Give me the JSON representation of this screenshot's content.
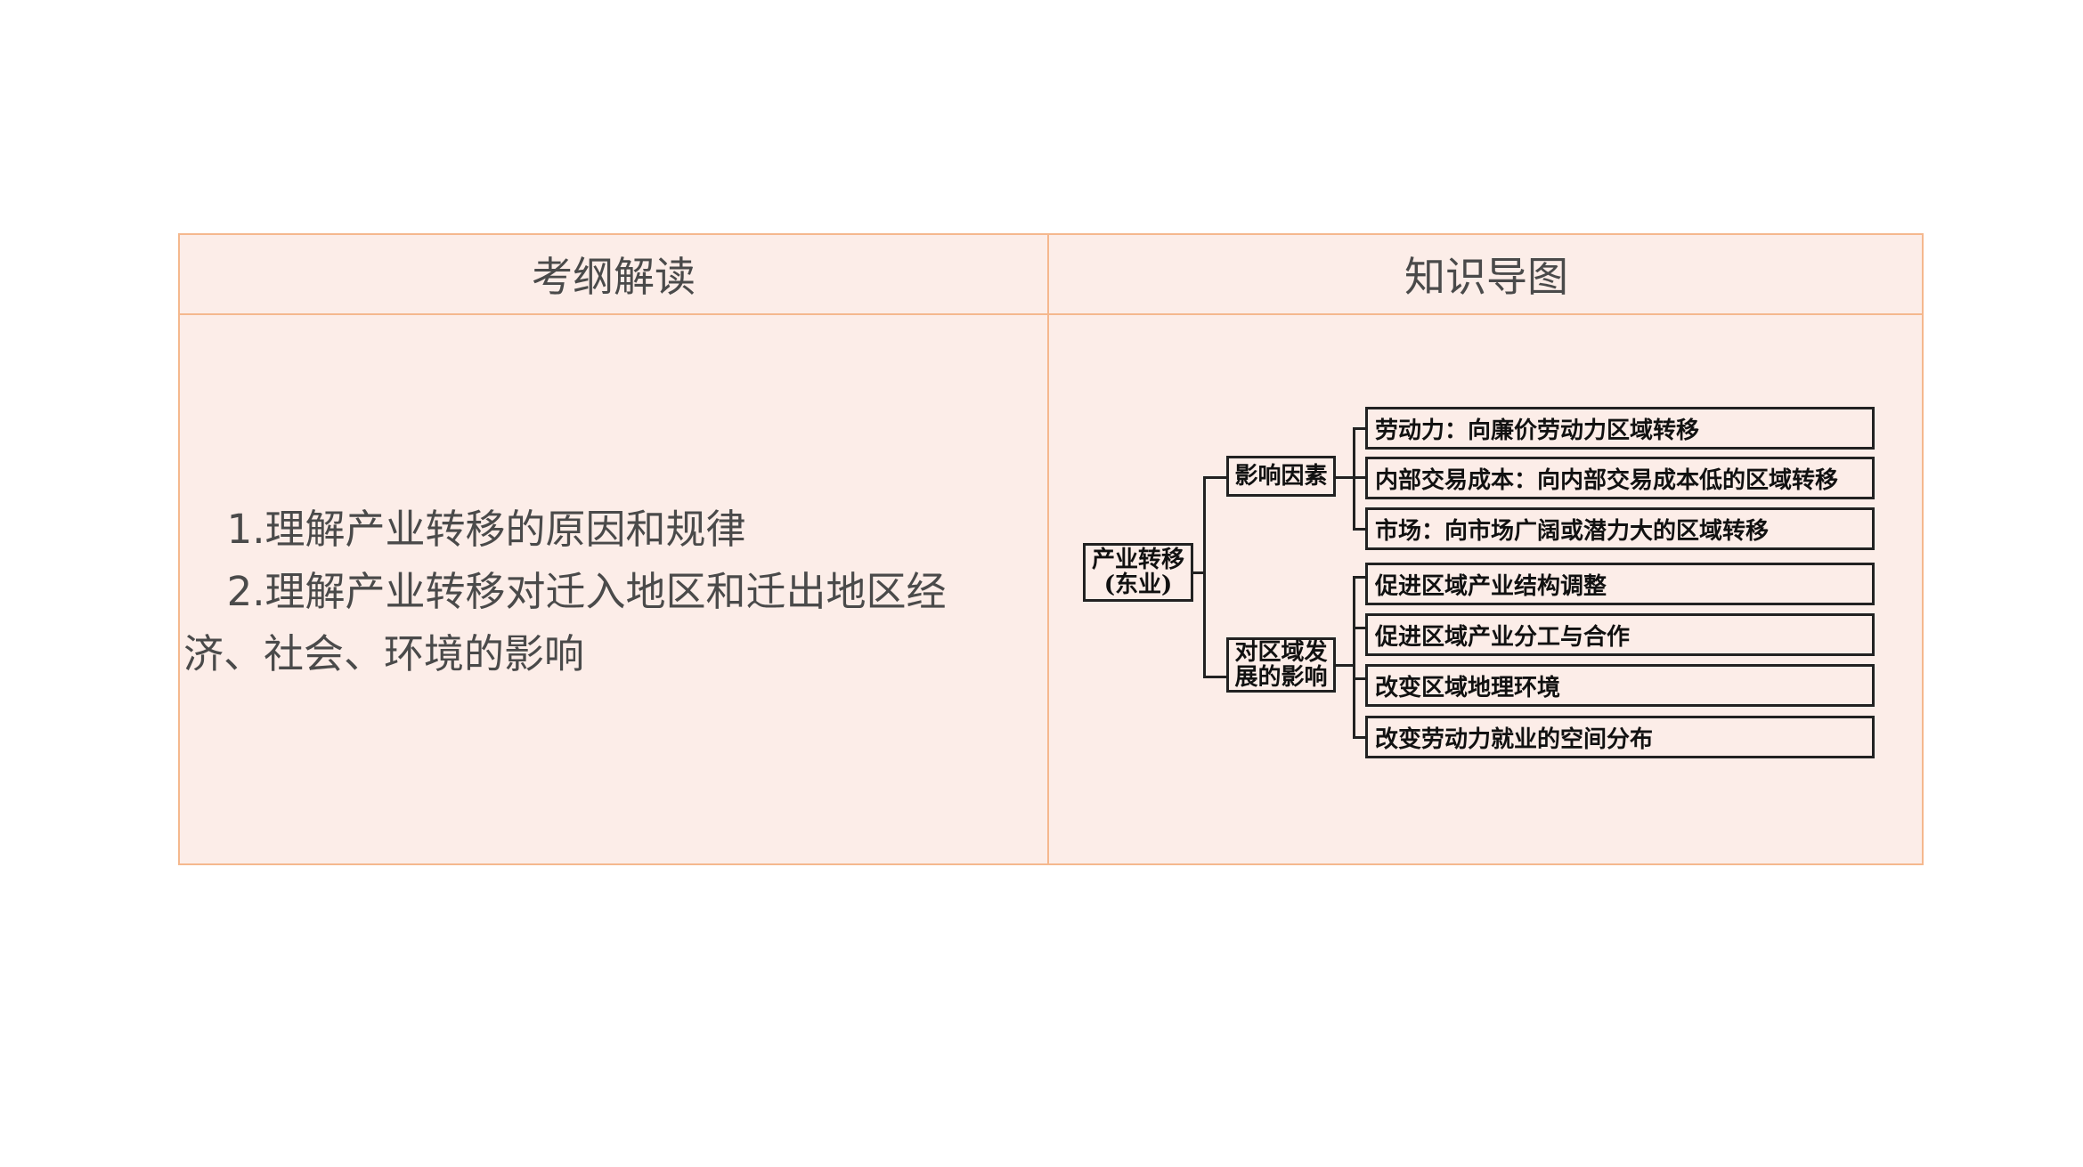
{
  "table": {
    "header_left": "考纲解读",
    "header_right": "知识导图"
  },
  "syllabus": {
    "item1": "1.理解产业转移的原因和规律",
    "item2": "2.理解产业转移对迁入地区和迁出地区经济、社会、环境的影响"
  },
  "mindmap": {
    "root_line1": "产业转移",
    "root_line2": "(东业)",
    "factors_label": "影响因素",
    "impact_label_line1": "对区域发",
    "impact_label_line2": "展的影响",
    "factors": [
      "劳动力：向廉价劳动力区域转移",
      "内部交易成本：向内部交易成本低的区域转移",
      "市场：向市场广阔或潜力大的区域转移"
    ],
    "impacts": [
      "促进区域产业结构调整",
      "促进区域产业分工与合作",
      "改变区域地理环境",
      "改变劳动力就业的空间分布"
    ]
  }
}
